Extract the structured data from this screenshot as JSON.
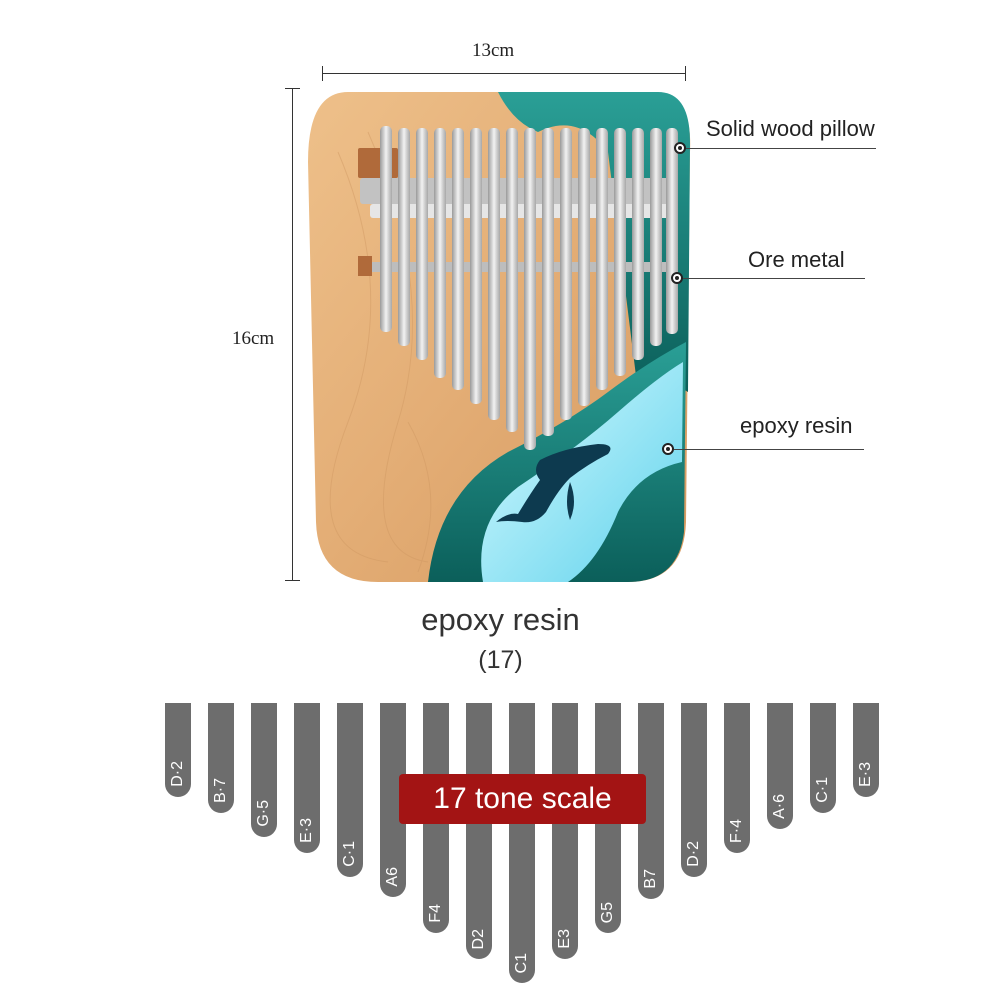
{
  "dimensions": {
    "width": "13cm",
    "height": "16cm"
  },
  "callouts": {
    "pillow": "Solid wood pillow",
    "metal": "Ore metal",
    "resin": "epoxy resin"
  },
  "caption": {
    "title": "epoxy resin",
    "count": "(17)"
  },
  "scale": {
    "badge": "17 tone scale",
    "keys": [
      "D·2",
      "B·7",
      "G·5",
      "E·3",
      "C·1",
      "A6",
      "F4",
      "D2",
      "C1",
      "E3",
      "G5",
      "B7",
      "D·2",
      "F·4",
      "A·6",
      "C·1",
      "E·3"
    ]
  },
  "colors": {
    "key": "#6d6d6d",
    "badge": "#a31414",
    "wood": "#e0ae79",
    "resin": "#0f6f6a"
  }
}
